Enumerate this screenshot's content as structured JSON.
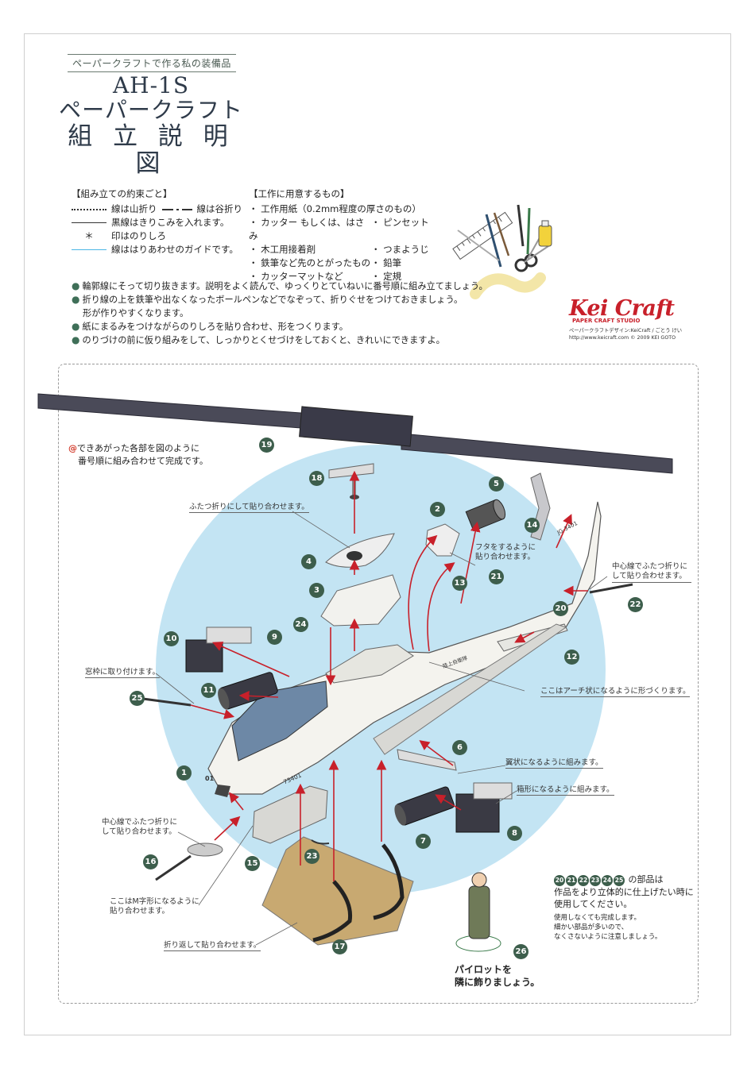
{
  "header": {
    "series": "ペーパークラフトで作る私の装備品",
    "title_line1": "AH-1S",
    "title_line2": "ペーパークラフト",
    "title_line3": "組 立 説 明 図"
  },
  "rules": {
    "heading": "【組み立ての約束ごと】",
    "mountain": "線は山折り",
    "valley": "線は谷折り",
    "cut": "黒線はきりこみを入れます。",
    "glue_mark": "＊",
    "glue": "印はのりしろ",
    "guide": "線ははりあわせのガイドです。"
  },
  "tools": {
    "heading": "【工作に用意するもの】",
    "items": [
      "・ 工作用紙（0.2mm程度の厚さのもの）",
      "・ カッター もしくは、はさみ",
      "・ ピンセット",
      "・ 木工用接着剤",
      "・ つまようじ",
      "・ 鉄筆など先のとがったもの",
      "・ 鉛筆",
      "・ カッターマットなど",
      "・ 定規"
    ]
  },
  "notes": [
    "輪郭線にそって切り抜きます。説明をよく読んで、ゆっくりとていねいに番号順に組み立てましょう。",
    "折り線の上を鉄筆や出なくなったボールペンなどでなぞって、折りぐせをつけておきましょう。",
    "形が作りやすくなります。",
    "紙にまるみをつけながらのりしろを貼り合わせ、形をつくります。",
    "のりづけの前に仮り組みをして、しっかりとくせづけをしておくと、きれいにできますよ。"
  ],
  "logo": {
    "brand": "Kei Craft",
    "studio": "PAPER CRAFT STUDIO",
    "credit1": "ペーパークラフトデザイン:KeiCraft / ごとう けい",
    "credit2": "http://www.keicraft.com © 2009 KEI GOTO"
  },
  "diagram": {
    "intro_mark": "@",
    "intro1": "できあがった各部を図のように",
    "intro2": "番号順に組み合わせて完成です。",
    "callouts": {
      "c18": "ふたつ折りにして貼り合わせます。",
      "c2a": "フタをするように",
      "c2b": "貼り合わせます。",
      "c22a": "中心線でふたつ折りに",
      "c22b": "して貼り合わせます。",
      "c25": "窓枠に取り付けます。",
      "c_arch": "ここはアーチ状になるように形づくります。",
      "c6": "翼状になるように組みます。",
      "c8": "箱形になるように組みます。",
      "c16a": "中心線でふたつ折りに",
      "c16b": "して貼り合わせます。",
      "cMa": "ここはM字形になるように",
      "cMb": "貼り合わせます。",
      "c17": "折り返して貼り合わせます。"
    },
    "markings": {
      "tail_no": "JG-3401",
      "nose_no": "73401",
      "unit": "陸上自衛隊",
      "nose": "01"
    },
    "badges": [
      "1",
      "2",
      "3",
      "4",
      "5",
      "6",
      "7",
      "8",
      "9",
      "10",
      "11",
      "12",
      "13",
      "14",
      "15",
      "16",
      "17",
      "18",
      "19",
      "20",
      "21",
      "22",
      "23",
      "24",
      "25",
      "26"
    ]
  },
  "optional": {
    "nums": [
      "20",
      "21",
      "22",
      "23",
      "24",
      "25"
    ],
    "line1_suffix": "の部品は",
    "line2": "作品をより立体的に仕上げたい時に",
    "line3": "使用してください。",
    "small1": "使用しなくても完成します。",
    "small2": "細かい部品が多いので、",
    "small3": "なくさないように注意しましょう。"
  },
  "pilot": {
    "line1": "パイロットを",
    "line2": "隣に飾りましょう。"
  },
  "colors": {
    "badge": "#3d5e4c",
    "sky": "#c3e4f3",
    "rotor": "#4a4a58",
    "guide": "#4cb6e6",
    "brand": "#c8202a",
    "arrow": "#c8202a"
  }
}
